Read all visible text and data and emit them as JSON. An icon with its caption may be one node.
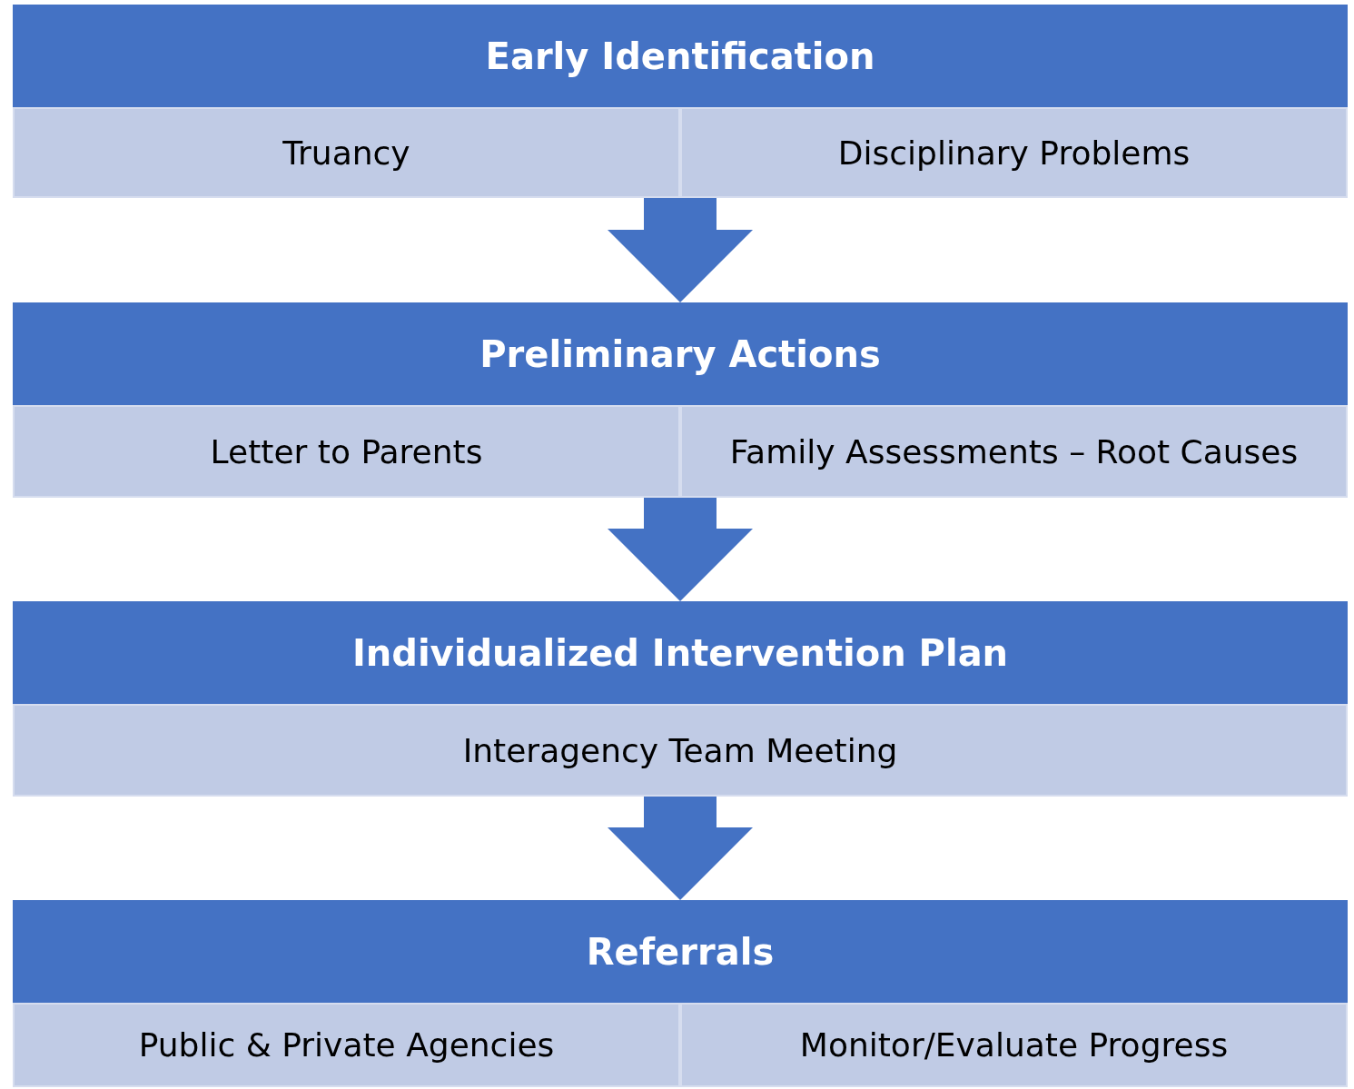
{
  "diagram": {
    "nodes": [
      {
        "text": [
          "Early Identification"
        ]
      },
      {
        "text": [
          "Truancy"
        ],
        "in": 0
      },
      {
        "text": [
          "Disciplinary Problems"
        ],
        "in": 0
      },
      {
        "text": [
          "Preliminary Actions"
        ]
      },
      {
        "text": [
          "Letter to Parents"
        ],
        "in": 3
      },
      {
        "text": [
          "Family Assessments – Root Causes"
        ],
        "in": 3
      },
      {
        "text": [
          "Individualized Intervention Plan"
        ]
      },
      {
        "text": [
          "Interagency Team Meeting"
        ],
        "in": 6
      },
      {
        "text": [
          "Referrals"
        ]
      },
      {
        "text": [
          "Public & Private Agencies"
        ],
        "in": 8
      },
      {
        "text": [
          "Monitor/Evaluate Progress"
        ],
        "in": 8
      }
    ],
    "edges": [
      {
        "from": 0,
        "to": 3,
        "arrow": "to"
      },
      {
        "from": 3,
        "to": 6,
        "arrow": "to"
      },
      {
        "from": 6,
        "to": 8,
        "arrow": "to"
      }
    ]
  }
}
